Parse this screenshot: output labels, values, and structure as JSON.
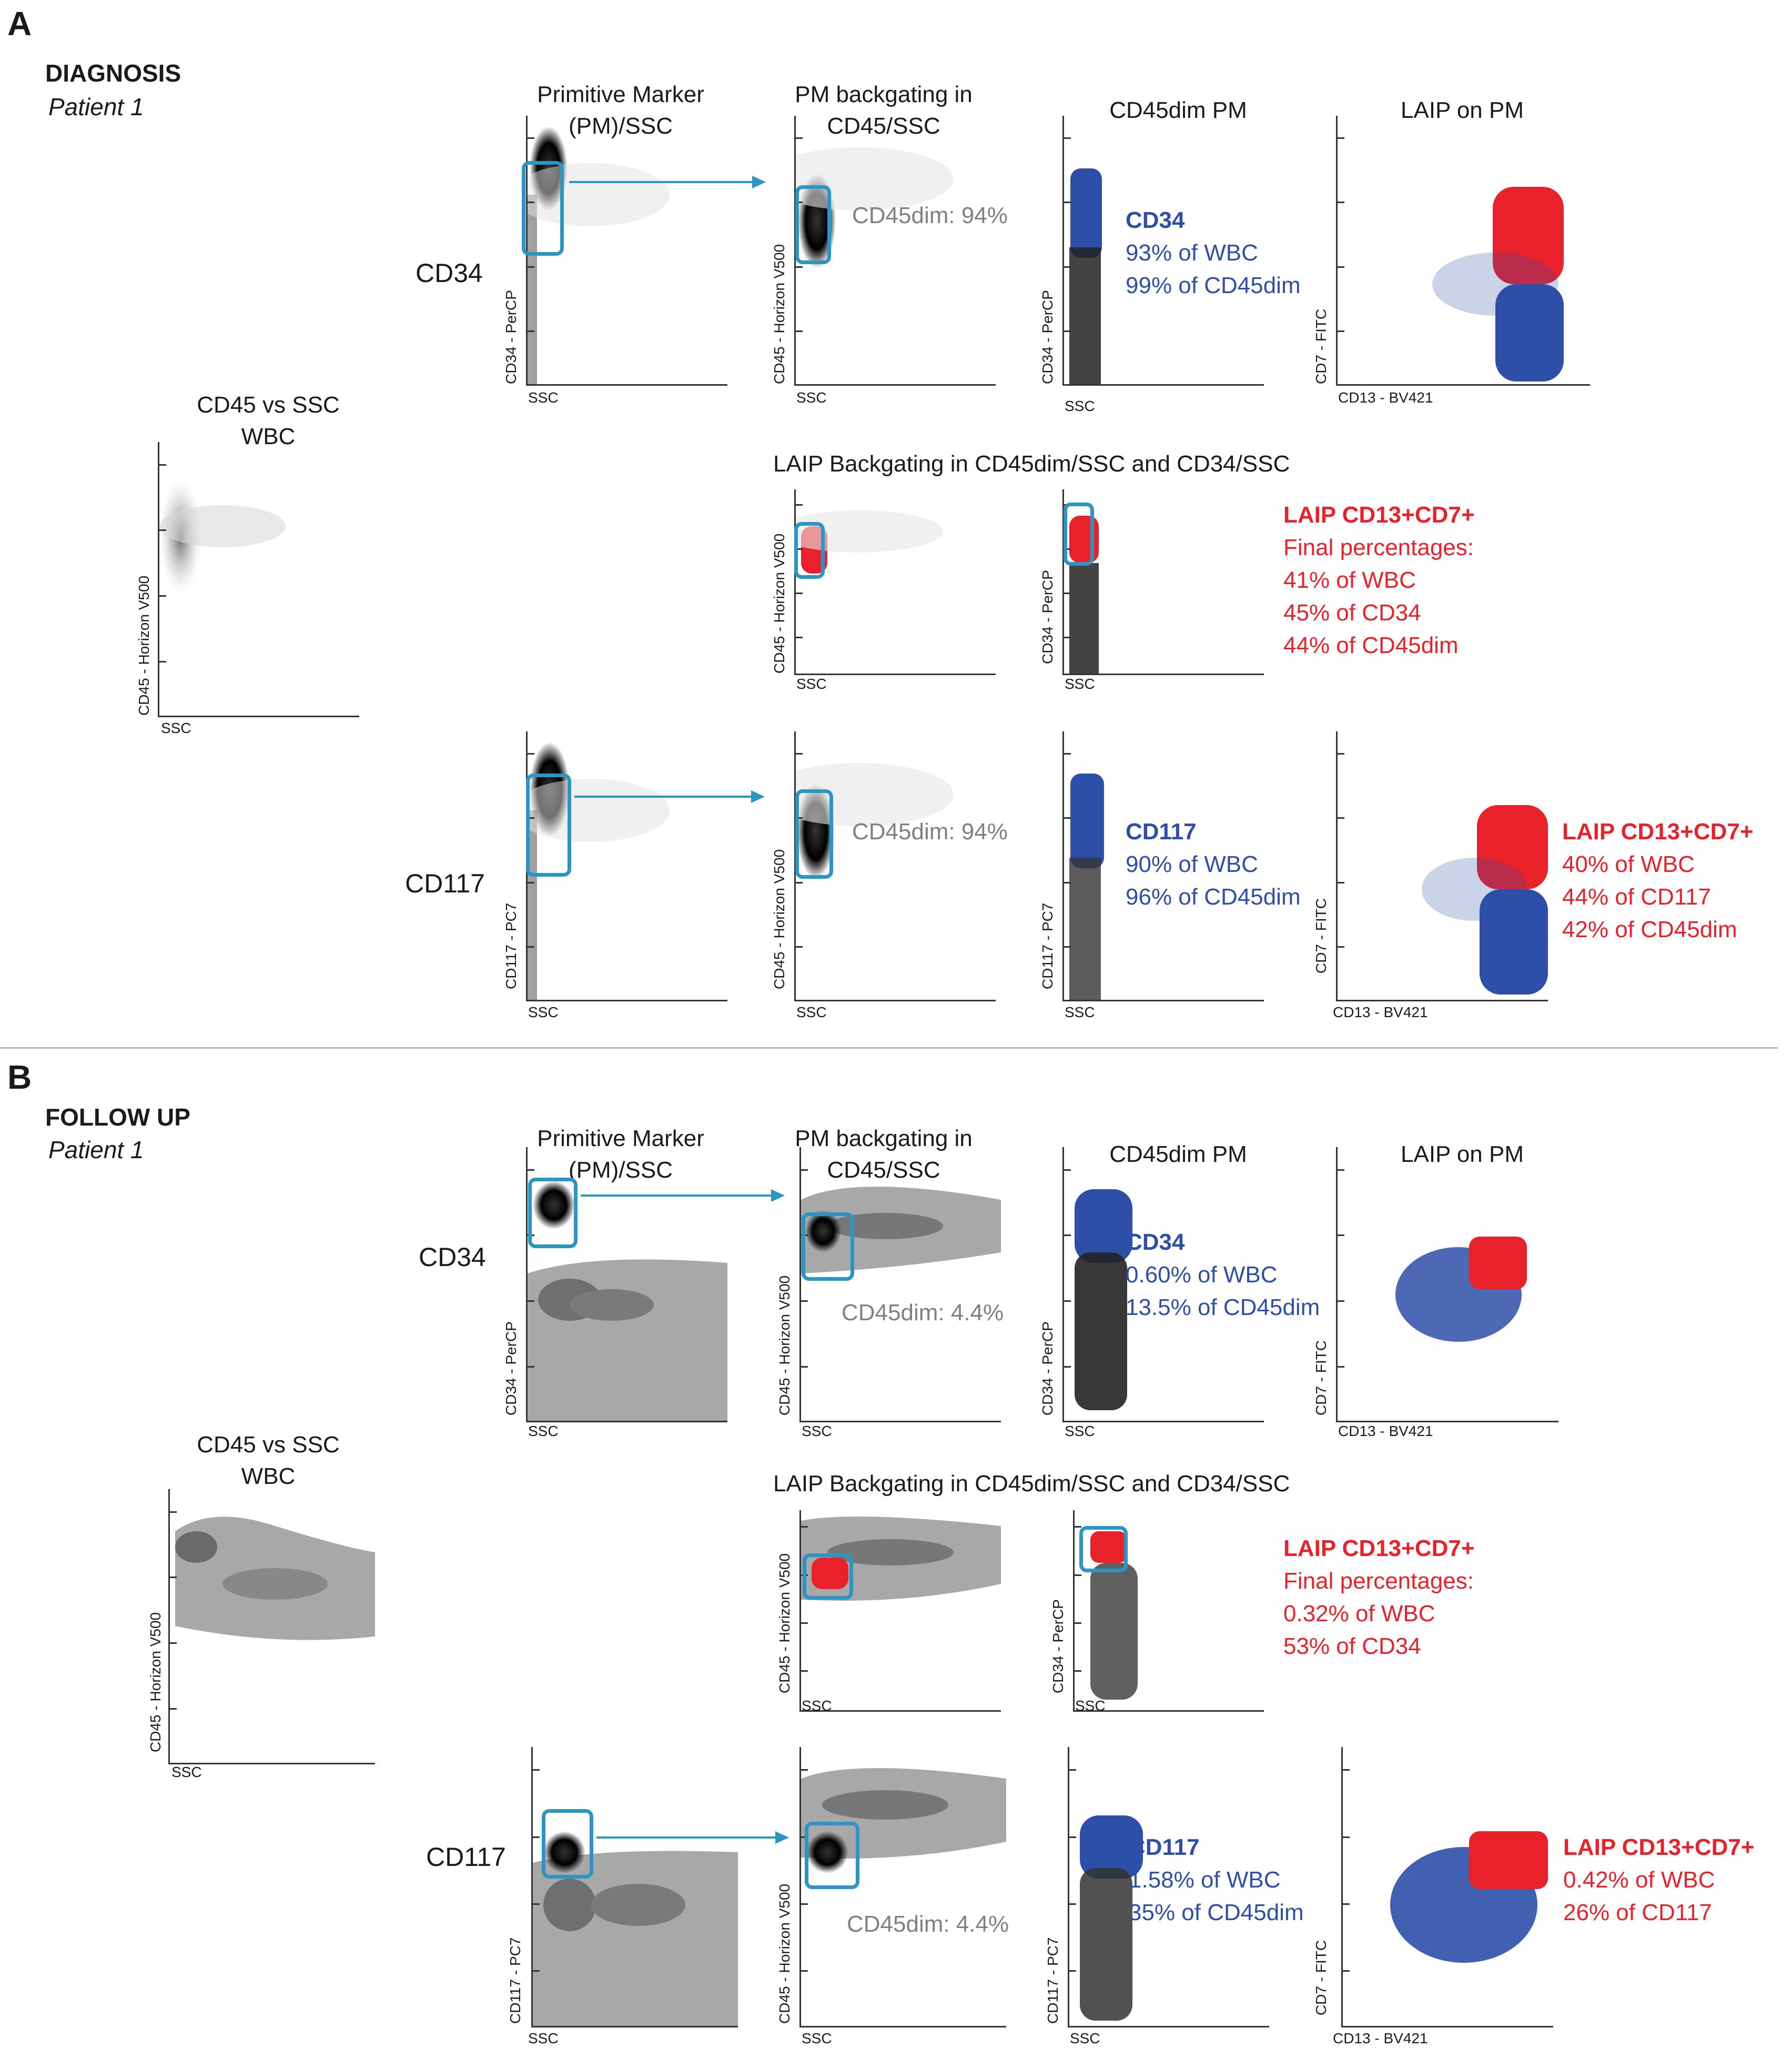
{
  "panel_a": {
    "letter": "A",
    "title": "DIAGNOSIS",
    "patient": "Patient 1",
    "col_titles": {
      "pm_line1": "Primitive Marker",
      "pm_line2": "(PM)/SSC",
      "bg_line1": "PM backgating in",
      "bg_line2": "CD45/SSC",
      "dim": "CD45dim PM",
      "laip": "LAIP on PM",
      "wbc_line1": "CD45 vs SSC",
      "wbc_line2": "WBC",
      "laip_backgating": "LAIP Backgating in CD45dim/SSC and CD34/SSC"
    },
    "row_labels": {
      "cd34": "CD34",
      "cd117": "CD117"
    },
    "axes": {
      "ssc": "SSC",
      "cd45": "CD45 - Horizon V500",
      "cd34": "CD34 - PerCP",
      "cd117": "CD117 - PC7",
      "cd7": "CD7 - FITC",
      "cd13": "CD13 - BV421"
    },
    "cd34_row": {
      "cd45dim_label": "CD45dim: 94%",
      "blue_title": "CD34",
      "blue_line1": "93% of WBC",
      "blue_line2": "99% of CD45dim"
    },
    "laip_final": {
      "title": "LAIP CD13+CD7+",
      "line1": "Final percentages:",
      "line2": "41% of WBC",
      "line3": "45% of CD34",
      "line4": "44% of CD45dim"
    },
    "cd117_row": {
      "cd45dim_label": "CD45dim: 94%",
      "blue_title": "CD117",
      "blue_line1": "90% of WBC",
      "blue_line2": "96% of CD45dim",
      "red_title": "LAIP CD13+CD7+",
      "red_line1": "40% of WBC",
      "red_line2": "44% of CD117",
      "red_line3": "42% of CD45dim"
    }
  },
  "panel_b": {
    "letter": "B",
    "title": "FOLLOW UP",
    "patient": "Patient 1",
    "col_titles": {
      "pm_line1": "Primitive Marker",
      "pm_line2": "(PM)/SSC",
      "bg_line1": "PM backgating in",
      "bg_line2": "CD45/SSC",
      "dim": "CD45dim PM",
      "laip": "LAIP on PM",
      "wbc_line1": "CD45 vs SSC",
      "wbc_line2": "WBC",
      "laip_backgating": "LAIP Backgating in CD45dim/SSC and CD34/SSC"
    },
    "row_labels": {
      "cd34": "CD34",
      "cd117": "CD117"
    },
    "axes": {
      "ssc": "SSC",
      "cd45": "CD45 - Horizon V500",
      "cd34": "CD34 - PerCP",
      "cd117": "CD117 - PC7",
      "cd7": "CD7 - FITC",
      "cd13": "CD13 - BV421"
    },
    "cd34_row": {
      "cd45dim_label": "CD45dim: 4.4%",
      "blue_title": "CD34",
      "blue_line1": "0.60% of WBC",
      "blue_line2": "13.5% of CD45dim"
    },
    "laip_final": {
      "title": "LAIP CD13+CD7+",
      "line1": "Final percentages:",
      "line2": "0.32% of WBC",
      "line3": "53% of CD34"
    },
    "cd117_row": {
      "cd45dim_label": "CD45dim: 4.4%",
      "blue_title": "CD117",
      "blue_line1": "1.58% of WBC",
      "blue_line2": "35% of CD45dim",
      "red_title": "LAIP CD13+CD7+",
      "red_line1": "0.42% of WBC",
      "red_line2": "26% of CD117"
    }
  },
  "colors": {
    "gate": "#2b95c4",
    "blue_population": "#2e4fa8",
    "red_population": "#e8212a",
    "gray_text": "#808080"
  }
}
